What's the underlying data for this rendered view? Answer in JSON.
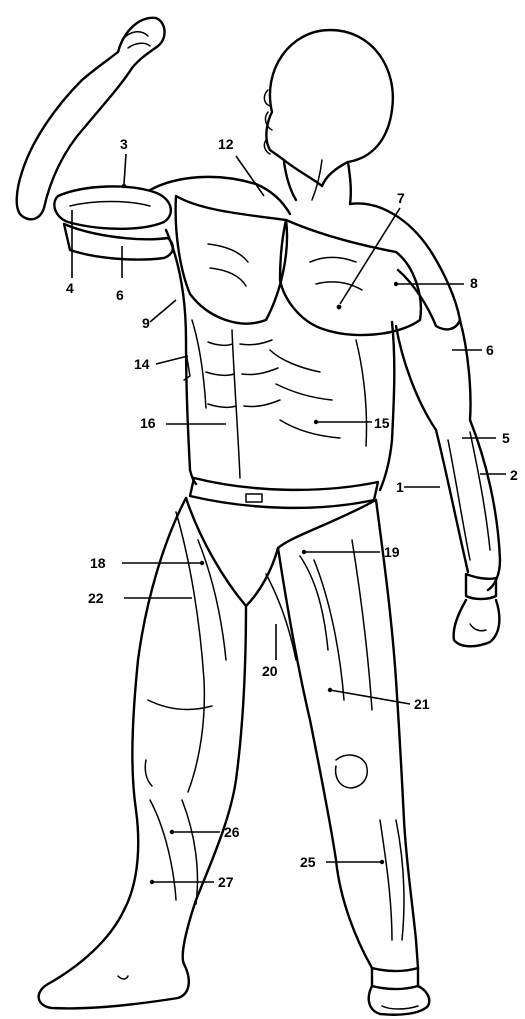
{
  "figure": {
    "labels": [
      {
        "id": "3",
        "text": "3"
      },
      {
        "id": "12",
        "text": "12"
      },
      {
        "id": "7",
        "text": "7"
      },
      {
        "id": "4",
        "text": "4"
      },
      {
        "id": "6a",
        "text": "6"
      },
      {
        "id": "9",
        "text": "9"
      },
      {
        "id": "8",
        "text": "8"
      },
      {
        "id": "6b",
        "text": "6"
      },
      {
        "id": "14",
        "text": "14"
      },
      {
        "id": "16",
        "text": "16"
      },
      {
        "id": "15",
        "text": "15"
      },
      {
        "id": "5",
        "text": "5"
      },
      {
        "id": "1",
        "text": "1"
      },
      {
        "id": "2",
        "text": "2"
      },
      {
        "id": "18a",
        "text": "18"
      },
      {
        "id": "19",
        "text": "19"
      },
      {
        "id": "22",
        "text": "22"
      },
      {
        "id": "20",
        "text": "20"
      },
      {
        "id": "21",
        "text": "21"
      },
      {
        "id": "26",
        "text": "26"
      },
      {
        "id": "25",
        "text": "25"
      },
      {
        "id": "27",
        "text": "27"
      }
    ]
  }
}
